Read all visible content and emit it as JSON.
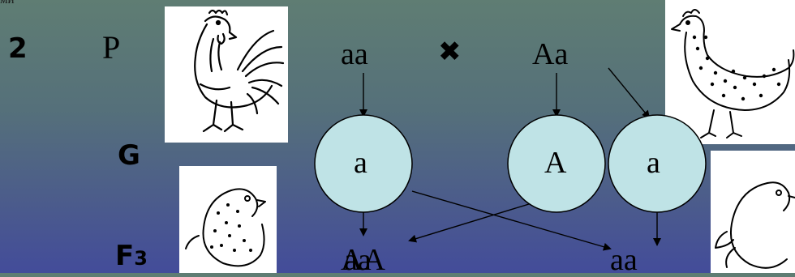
{
  "corner_text": "ми",
  "problem_number": "2",
  "labels": {
    "parents": "P",
    "gametes": "G",
    "offspring": "F3"
  },
  "cross_symbol": "✖",
  "parents": {
    "left": "aa",
    "right": "Aa"
  },
  "gametes": [
    "a",
    "A",
    "a"
  ],
  "offspring": {
    "left": "AA",
    "left_overlap": "aa",
    "right": "aa"
  },
  "images": [
    "rooster-image",
    "speckled-hen-image",
    "speckled-chick-image",
    "plain-chick-image"
  ],
  "colors": {
    "gamete_fill": "#bfe3e6",
    "bg_top": "#5f7d73",
    "bg_bottom": "#434c9a"
  }
}
